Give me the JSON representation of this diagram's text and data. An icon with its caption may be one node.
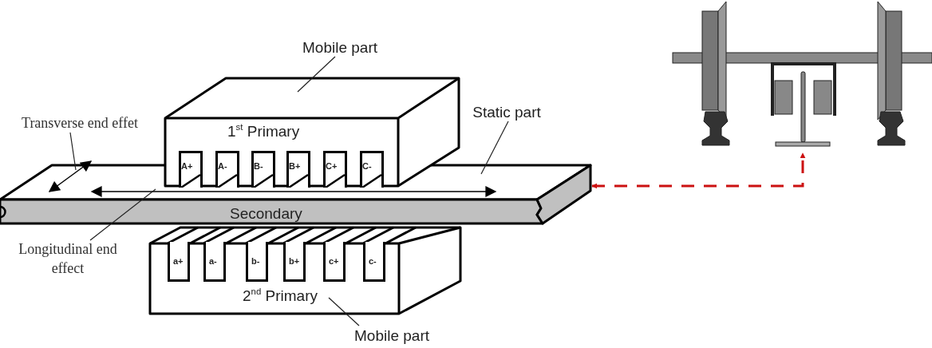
{
  "diagram": {
    "nodes": [
      {
        "text": [
          "Mobile part"
        ]
      },
      {
        "text": [
          "Static part"
        ]
      },
      {
        "text": [
          "Transverse end effet"
        ]
      },
      {
        "text": [
          "Longitudinal end effect"
        ]
      },
      {
        "text": [
          "Mobile part"
        ]
      },
      {
        "text": [
          "1$^{st}$ Primary"
        ]
      },
      {
        "text": [
          "A+"
        ],
        "in": 5
      },
      {
        "text": [
          "A-"
        ],
        "in": 5
      },
      {
        "text": [
          "B-"
        ],
        "in": 5
      },
      {
        "text": [
          "B+"
        ],
        "in": 5
      },
      {
        "text": [
          "C+"
        ],
        "in": 5
      },
      {
        "text": [
          "C-"
        ],
        "in": 5
      },
      {
        "text": [
          "Secondary"
        ]
      },
      {
        "text": [
          "2$^{nd}$ Primary"
        ]
      },
      {
        "text": [
          "a+"
        ],
        "in": 13
      },
      {
        "text": [
          "a-"
        ],
        "in": 13
      },
      {
        "text": [
          "b-"
        ],
        "in": 13
      },
      {
        "text": [
          "b+"
        ],
        "in": 13
      },
      {
        "text": [
          "c+"
        ],
        "in": 13
      },
      {
        "text": [
          "c-"
        ],
        "in": 13
      },
      {
        "text": [],
        "shape": "picture"
      }
    ],
    "edges": [
      {
        "from": 0,
        "to": 5,
        "arrow": "none"
      },
      {
        "from": 1,
        "to": 12,
        "arrow": "none"
      },
      {
        "from": 2,
        "to": 12,
        "arrow": "none"
      },
      {
        "from": 3,
        "to": 12,
        "arrow": "none"
      },
      {
        "from": 4,
        "to": 13,
        "arrow": "none"
      },
      {
        "from": 12,
        "to": 20,
        "arrow": "both",
        "style": "dashed",
        "color": "#cc1111"
      }
    ]
  }
}
